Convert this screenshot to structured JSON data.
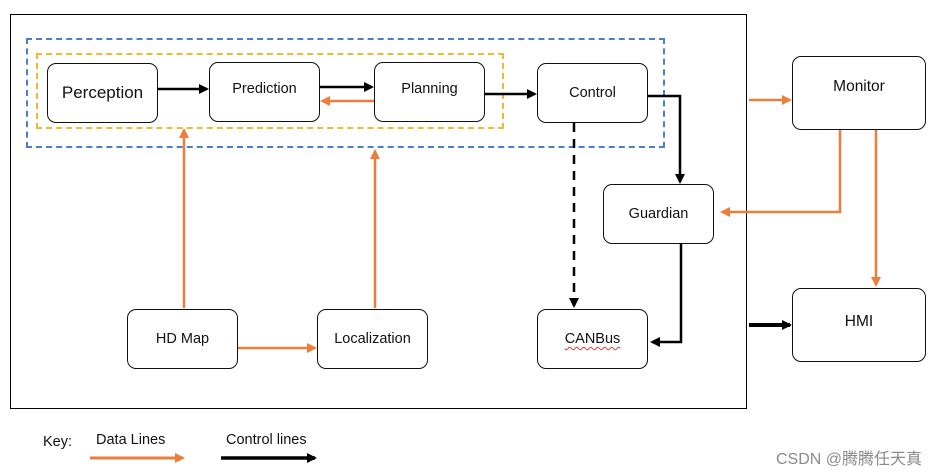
{
  "nodes": {
    "perception": "Perception",
    "prediction": "Prediction",
    "planning": "Planning",
    "control": "Control",
    "monitor": "Monitor",
    "guardian": "Guardian",
    "hdmap": "HD Map",
    "localization": "Localization",
    "canbus": "CANBus",
    "hmi": "HMI"
  },
  "legend": {
    "key_label": "Key:",
    "data_lines_label": "Data Lines",
    "control_lines_label": "Control lines"
  },
  "colors": {
    "data_line": "#ee7d3b",
    "control_line": "#000000",
    "outer_dashed_box": "#4a7fd0",
    "inner_dashed_box": "#f2b830"
  },
  "watermark": "CSDN @腾腾任天真"
}
